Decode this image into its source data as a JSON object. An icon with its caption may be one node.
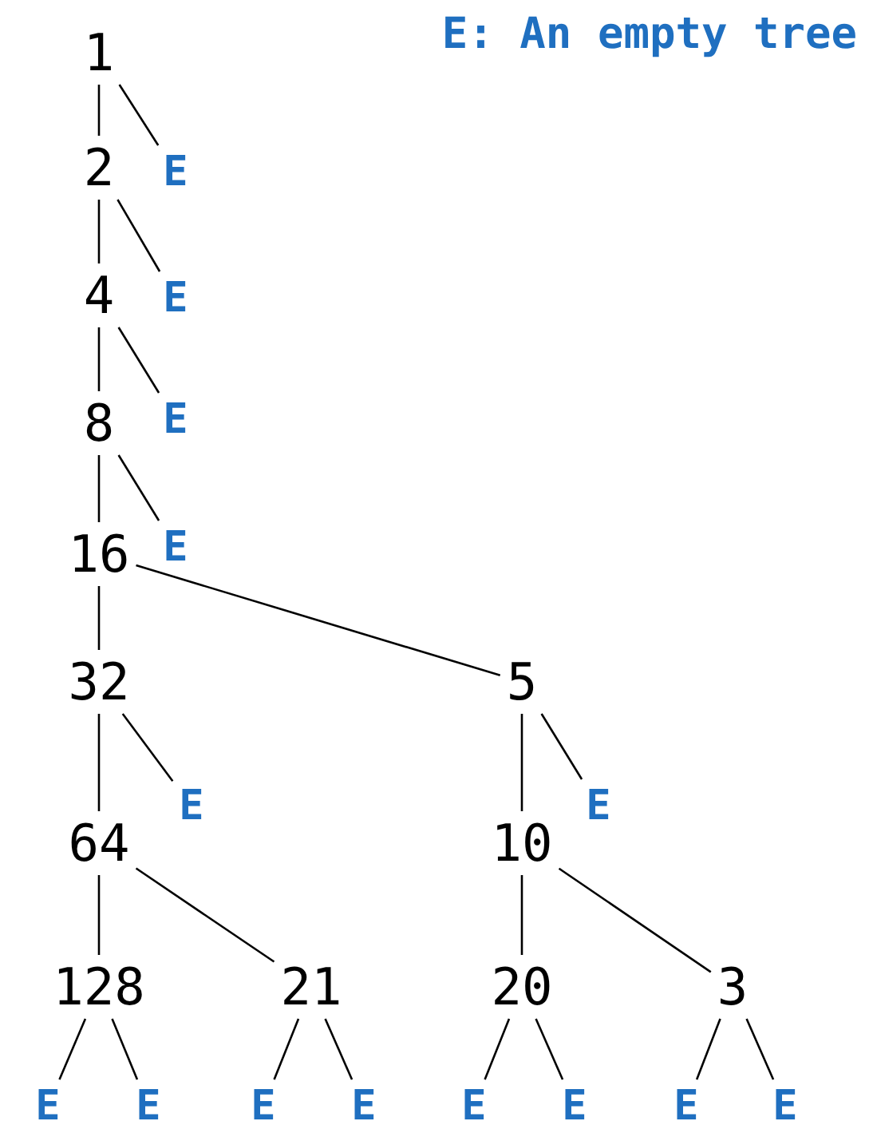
{
  "diagram": {
    "nodes": [
      {
        "text": [
          "1"
        ]
      },
      {
        "text": [
          "2"
        ]
      },
      {
        "text": [
          "E"
        ]
      },
      {
        "text": [
          "4"
        ]
      },
      {
        "text": [
          "E"
        ]
      },
      {
        "text": [
          "8"
        ]
      },
      {
        "text": [
          "E"
        ]
      },
      {
        "text": [
          "16"
        ]
      },
      {
        "text": [
          "E"
        ]
      },
      {
        "text": [
          "32"
        ]
      },
      {
        "text": [
          "5"
        ]
      },
      {
        "text": [
          "E"
        ]
      },
      {
        "text": [
          "64"
        ]
      },
      {
        "text": [
          "10"
        ]
      },
      {
        "text": [
          "E"
        ]
      },
      {
        "text": [
          "128"
        ]
      },
      {
        "text": [
          "21"
        ]
      },
      {
        "text": [
          "20"
        ]
      },
      {
        "text": [
          "3"
        ]
      },
      {
        "text": [
          "E"
        ]
      },
      {
        "text": [
          "E"
        ]
      },
      {
        "text": [
          "E"
        ]
      },
      {
        "text": [
          "E"
        ]
      },
      {
        "text": [
          "E"
        ]
      },
      {
        "text": [
          "E"
        ]
      },
      {
        "text": [
          "E"
        ]
      },
      {
        "text": [
          "E"
        ]
      }
    ],
    "edges": [
      {
        "from": 0,
        "to": 1,
        "arrow": "none"
      },
      {
        "from": 0,
        "to": 2,
        "arrow": "none"
      },
      {
        "from": 1,
        "to": 3,
        "arrow": "none"
      },
      {
        "from": 1,
        "to": 4,
        "arrow": "none"
      },
      {
        "from": 3,
        "to": 5,
        "arrow": "none"
      },
      {
        "from": 3,
        "to": 6,
        "arrow": "none"
      },
      {
        "from": 5,
        "to": 7,
        "arrow": "none"
      },
      {
        "from": 5,
        "to": 8,
        "arrow": "none"
      },
      {
        "from": 7,
        "to": 9,
        "arrow": "none"
      },
      {
        "from": 7,
        "to": 10,
        "arrow": "none"
      },
      {
        "from": 9,
        "to": 12,
        "arrow": "none"
      },
      {
        "from": 9,
        "to": 11,
        "arrow": "none"
      },
      {
        "from": 10,
        "to": 13,
        "arrow": "none"
      },
      {
        "from": 10,
        "to": 14,
        "arrow": "none"
      },
      {
        "from": 12,
        "to": 15,
        "arrow": "none"
      },
      {
        "from": 12,
        "to": 16,
        "arrow": "none"
      },
      {
        "from": 13,
        "to": 17,
        "arrow": "none"
      },
      {
        "from": 13,
        "to": 18,
        "arrow": "none"
      },
      {
        "from": 15,
        "to": 19,
        "arrow": "none"
      },
      {
        "from": 15,
        "to": 20,
        "arrow": "none"
      },
      {
        "from": 16,
        "to": 21,
        "arrow": "none"
      },
      {
        "from": 16,
        "to": 22,
        "arrow": "none"
      },
      {
        "from": 17,
        "to": 23,
        "arrow": "none"
      },
      {
        "from": 17,
        "to": 24,
        "arrow": "none"
      },
      {
        "from": 18,
        "to": 25,
        "arrow": "none"
      },
      {
        "from": 18,
        "to": 26,
        "arrow": "none"
      }
    ],
    "labels": [
      "E: An empty tree"
    ]
  }
}
